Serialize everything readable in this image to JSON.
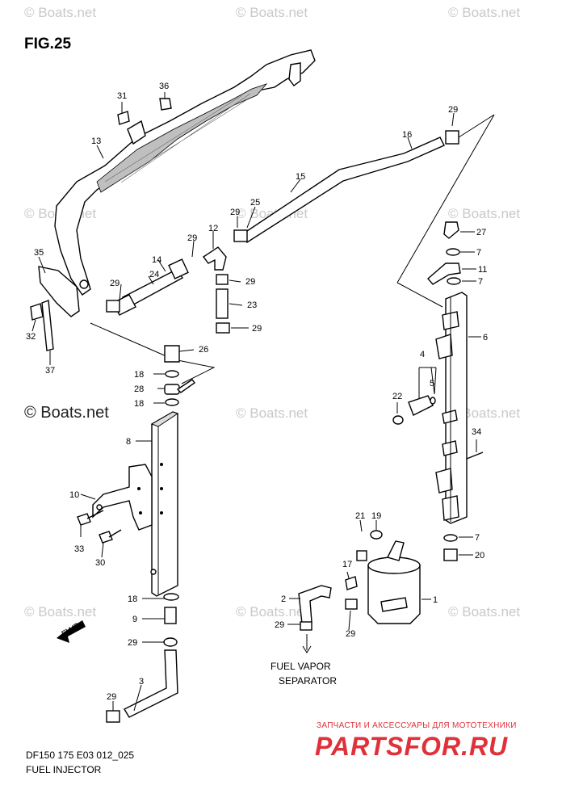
{
  "figure": {
    "title": "FIG.25",
    "code": "DF150 175 E03 012_025",
    "name": "FUEL INJECTOR"
  },
  "watermarks": {
    "small": "© Boats.net",
    "large": "© Boats.net"
  },
  "annotation": {
    "fvs_line1": "FUEL VAPOR",
    "fvs_line2": "SEPARATOR",
    "fwd": "FWD"
  },
  "brand": {
    "tagline": "ЗАПЧАСТИ И АКСЕССУАРЫ ДЛЯ МОТОТЕХНИКИ",
    "logo": "PARTSFOR.RU",
    "color": "#e0303a"
  },
  "callouts": {
    "c1": "1",
    "c2": "2",
    "c3": "3",
    "c4": "4",
    "c5": "5",
    "c6": "6",
    "c7a": "7",
    "c7b": "7",
    "c7c": "7",
    "c8": "8",
    "c9": "9",
    "c10": "10",
    "c11": "11",
    "c12": "12",
    "c13": "13",
    "c14": "14",
    "c15": "15",
    "c16": "16",
    "c17": "17",
    "c18a": "18",
    "c18b": "18",
    "c18c": "18",
    "c19": "19",
    "c20": "20",
    "c21": "21",
    "c22": "22",
    "c23": "23",
    "c24": "24",
    "c25": "25",
    "c26": "26",
    "c27": "27",
    "c28": "28",
    "c29a": "29",
    "c29b": "29",
    "c29c": "29",
    "c29d": "29",
    "c29e": "29",
    "c29f": "29",
    "c29g": "29",
    "c29h": "29",
    "c29i": "29",
    "c29j": "29",
    "c30": "30",
    "c31": "31",
    "c32": "32",
    "c33": "33",
    "c34": "34",
    "c35": "35",
    "c36": "36",
    "c37": "37"
  }
}
